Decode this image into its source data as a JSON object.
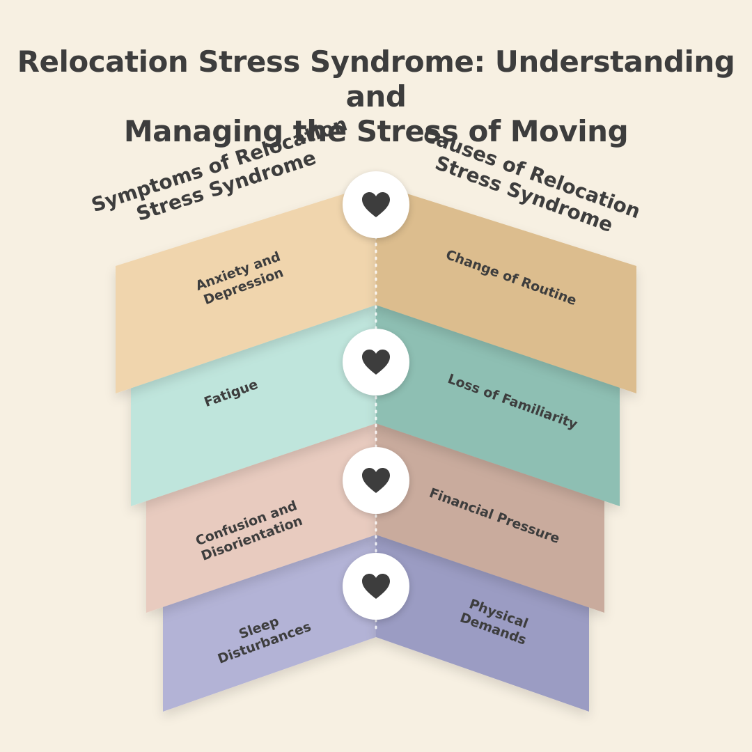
{
  "title_lines": [
    "Relocation Stress Syndrome: Understanding and",
    "Managing the Stress of Moving"
  ],
  "symptoms_heading_lines": [
    "Symptoms of Relocation",
    "Stress Syndrome"
  ],
  "causes_heading_lines": [
    "Causes of Relocation",
    "Stress Syndrome"
  ],
  "tiers": [
    {
      "symptom_lines": [
        "Anxiety and",
        "Depression"
      ],
      "cause_lines": [
        "Change of Routine"
      ],
      "left_color": "#f0d5ad",
      "right_color": "#dcbd8e"
    },
    {
      "symptom_lines": [
        "Fatigue"
      ],
      "cause_lines": [
        "Loss of Familiarity"
      ],
      "left_color": "#bfe5dc",
      "right_color": "#8ebfb3"
    },
    {
      "symptom_lines": [
        "Confusion and",
        "Disorientation"
      ],
      "cause_lines": [
        "Financial Pressure"
      ],
      "left_color": "#e8cbbf",
      "right_color": "#c9ab9d"
    },
    {
      "symptom_lines": [
        "Sleep",
        "Disturbances"
      ],
      "cause_lines": [
        "Physical",
        "Demands"
      ],
      "left_color": "#b3b3d6",
      "right_color": "#9b9cc3"
    }
  ],
  "badge_icon": "heart-icon",
  "colors": {
    "background": "#f7f0e2",
    "text": "#3d3d3d",
    "badge": "#ffffff",
    "heart": "#3d3d3d"
  }
}
